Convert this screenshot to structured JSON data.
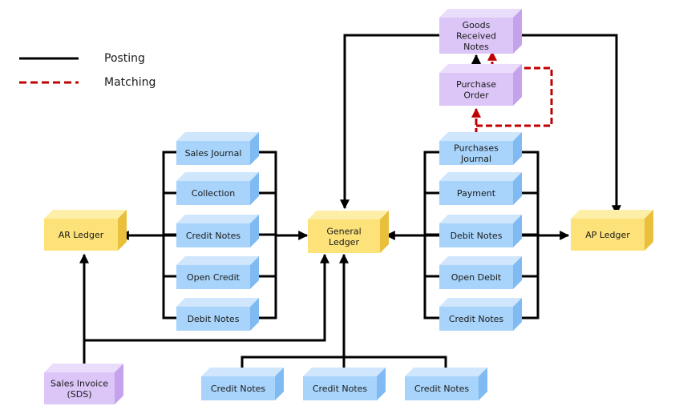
{
  "legend": {
    "posting": "Posting",
    "matching": "Matching"
  },
  "colors": {
    "blue_front": "#a8d4fb",
    "blue_top": "#cfe6fd",
    "blue_side": "#7fbaf2",
    "yellow_front": "#fde27a",
    "yellow_top": "#fdeea8",
    "yellow_side": "#e9bf3c",
    "purple_front": "#dcc6f8",
    "purple_top": "#eadcfb",
    "purple_side": "#c4a2ec",
    "posting_line": "#000000",
    "matching_line": "#c00000"
  },
  "boxes": {
    "ar_ledger": [
      "AR Ledger"
    ],
    "general_ledger": [
      "General",
      "Ledger"
    ],
    "ap_ledger": [
      "AP Ledger"
    ],
    "sales_journal": [
      "Sales Journal"
    ],
    "collection": [
      "Collection"
    ],
    "ar_credit_notes": [
      "Credit Notes"
    ],
    "open_credit": [
      "Open Credit"
    ],
    "ar_debit_notes": [
      "Debit Notes"
    ],
    "purchases_journal": [
      "Purchases",
      "Journal"
    ],
    "payment": [
      "Payment"
    ],
    "ap_debit_notes": [
      "Debit Notes"
    ],
    "open_debit": [
      "Open Debit"
    ],
    "ap_credit_notes": [
      "Credit Notes"
    ],
    "goods_received_notes": [
      "Goods",
      "Received",
      "Notes"
    ],
    "purchase_order": [
      "Purchase",
      "Order"
    ],
    "sales_invoice": [
      "Sales Invoice",
      "(SDS)"
    ],
    "bottom_credit_notes_1": [
      "Credit Notes"
    ],
    "bottom_credit_notes_2": [
      "Credit Notes"
    ],
    "bottom_credit_notes_3": [
      "Credit Notes"
    ]
  }
}
